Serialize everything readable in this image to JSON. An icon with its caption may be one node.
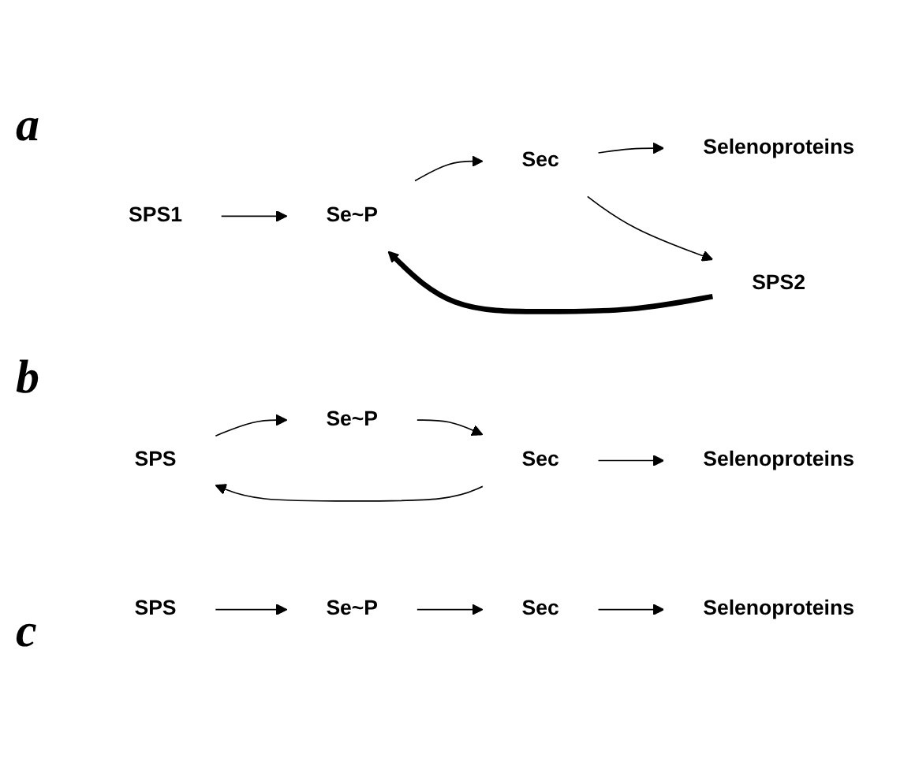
{
  "diagram": {
    "nodes": [
      {
        "text": [
          "SPS1"
        ]
      },
      {
        "text": [
          "SPS2"
        ]
      },
      {
        "text": [
          "Se~P"
        ]
      },
      {
        "text": [
          "Sec"
        ]
      },
      {
        "text": [
          "Selenoproteins"
        ]
      },
      {
        "text": [
          "SPS"
        ]
      },
      {
        "text": [
          "Se~P"
        ]
      },
      {
        "text": [
          "Sec"
        ]
      },
      {
        "text": [
          "Selenoproteins"
        ]
      },
      {
        "text": [
          "SPS"
        ]
      },
      {
        "text": [
          "Se~P"
        ]
      },
      {
        "text": [
          "Sec"
        ]
      },
      {
        "text": [
          "Selenoproteins"
        ]
      }
    ],
    "edges": [
      {
        "from": 0,
        "to": 2,
        "arrow": "to"
      },
      {
        "from": 1,
        "to": 2,
        "arrow": "to",
        "style": "thick"
      },
      {
        "from": 2,
        "to": 3,
        "arrow": "to"
      },
      {
        "from": 3,
        "to": 4,
        "arrow": "to"
      },
      {
        "from": 3,
        "to": 1,
        "arrow": "to"
      },
      {
        "from": 5,
        "to": 6,
        "arrow": "to"
      },
      {
        "from": 6,
        "to": 7,
        "arrow": "to"
      },
      {
        "from": 7,
        "to": 8,
        "arrow": "to"
      },
      {
        "from": 7,
        "to": 5,
        "arrow": "to"
      },
      {
        "from": 9,
        "to": 10,
        "arrow": "to"
      },
      {
        "from": 10,
        "to": 11,
        "arrow": "to"
      },
      {
        "from": 11,
        "to": 12,
        "arrow": "to"
      }
    ],
    "labels": [
      "a",
      "b",
      "c"
    ]
  }
}
